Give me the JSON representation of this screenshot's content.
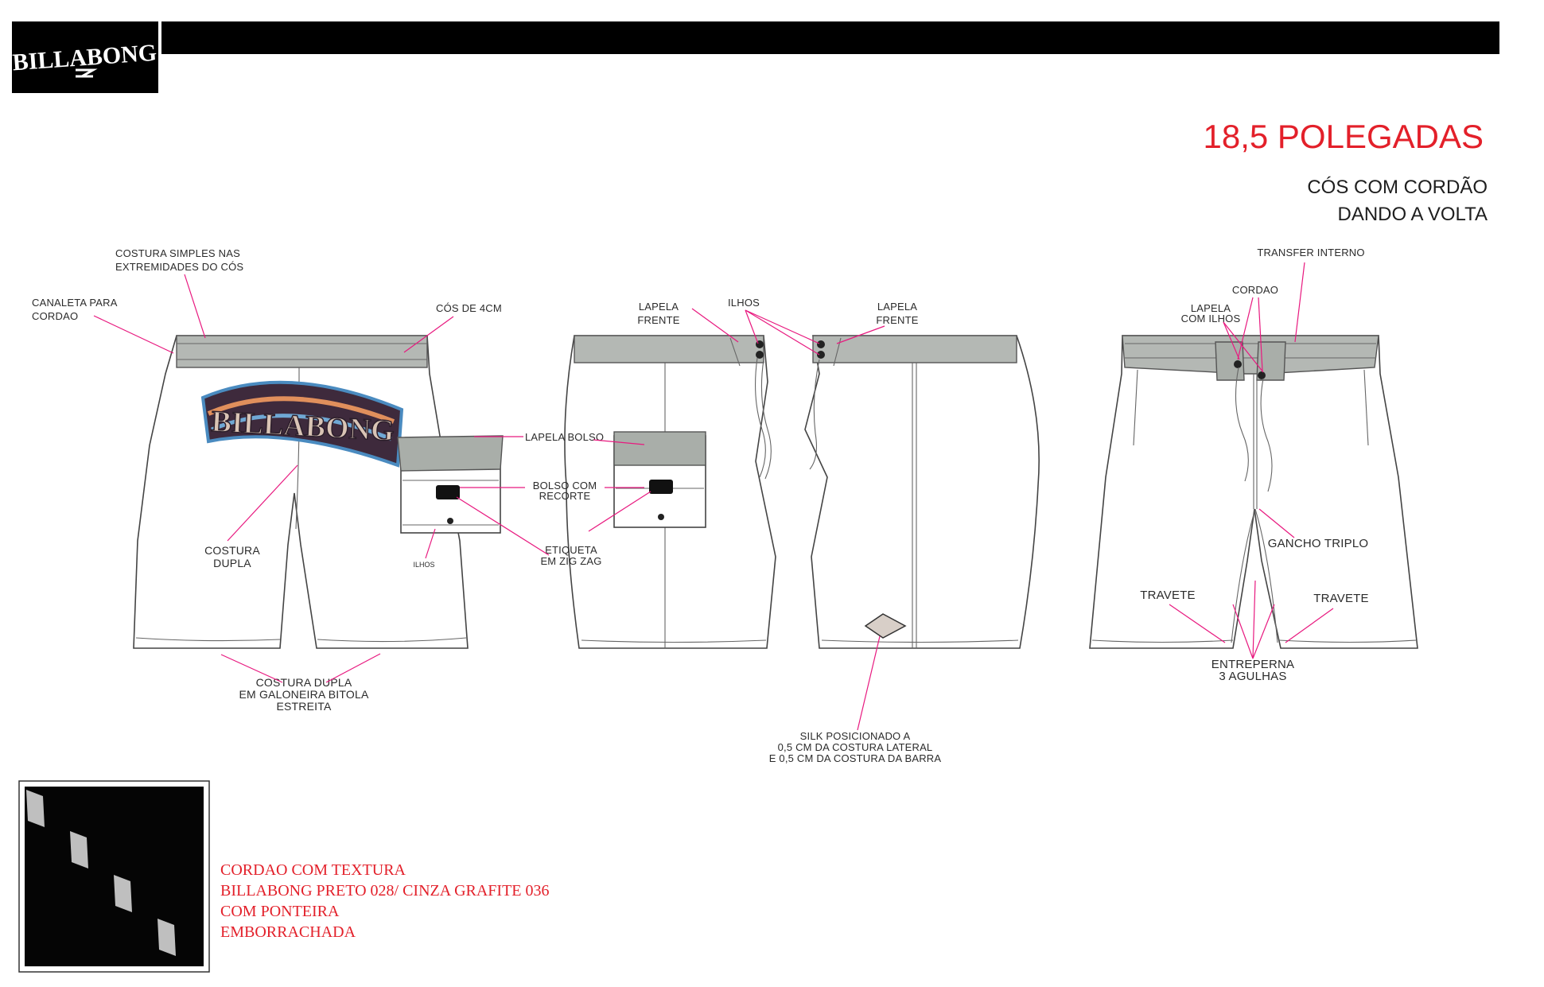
{
  "brand": {
    "logo_text": "BILLABONG"
  },
  "header": {
    "size_title": "18,5 POLEGADAS",
    "subtitle_line1": "CÓS COM CORDÃO",
    "subtitle_line2": "DANDO A VOLTA"
  },
  "front_view": {
    "labels": {
      "costura_simples_1": "COSTURA SIMPLES NAS",
      "costura_simples_2": "EXTREMIDADES DO CÓS",
      "canaleta_1": "CANALETA PARA",
      "canaleta_2": "CORDAO",
      "cos_4cm": "CÓS DE 4CM",
      "costura_dupla_1": "COSTURA",
      "costura_dupla_2": "DUPLA",
      "ilhos": "ILHOS",
      "barra_1": "COSTURA DUPLA",
      "barra_2": "EM GALONEIRA BITOLA",
      "barra_3": "ESTREITA"
    }
  },
  "pocket_labels": {
    "lapela_bolso": "LAPELA BOLSO",
    "bolso_1": "BOLSO COM",
    "bolso_2": "RECORTE",
    "etiqueta_1": "ETIQUETA",
    "etiqueta_2": "EM ZIG ZAG"
  },
  "side_views": {
    "lapela_left_1": "LAPELA",
    "lapela_left_2": "FRENTE",
    "ilhos": "ILHOS",
    "lapela_right_1": "LAPELA",
    "lapela_right_2": "FRENTE",
    "silk_1": "SILK POSICIONADO A",
    "silk_2": "0,5 CM DA  COSTURA LATERAL",
    "silk_3": "E 0,5 CM DA COSTURA DA BARRA"
  },
  "back_view": {
    "transfer": "TRANSFER INTERNO",
    "cordao": "CORDAO",
    "lapela_1": "LAPELA",
    "lapela_2": "COM ILHOS",
    "gancho": "GANCHO TRIPLO",
    "travete_left": "TRAVETE",
    "travete_right": "TRAVETE",
    "entreperna_1": "ENTREPERNA",
    "entreperna_2": "3 AGULHAS"
  },
  "cord_note": {
    "line1": "CORDAO COM TEXTURA",
    "line2": "BILLABONG PRETO 028/ CINZA GRAFITE 036",
    "line3": "COM PONTEIRA",
    "line4": "EMBORRACHADA"
  },
  "colors": {
    "accent_red": "#e3202a",
    "leader_pink": "#e8197f",
    "waistband_gray": "#b4b8b4",
    "header_black": "#000000"
  }
}
